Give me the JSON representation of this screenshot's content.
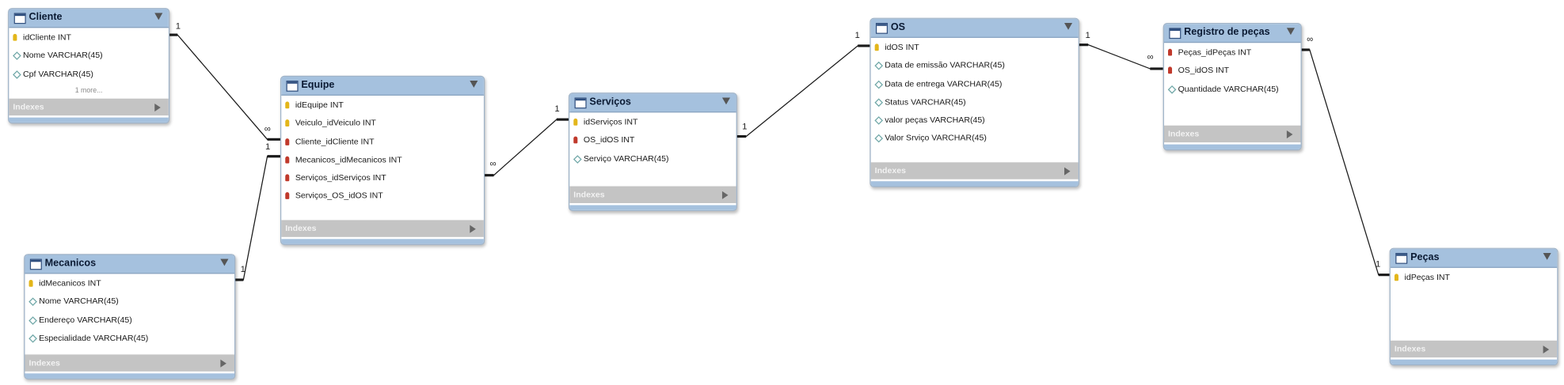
{
  "tables": {
    "cliente": {
      "name": "Cliente",
      "columns": [
        {
          "name": "idCliente INT",
          "type": "pk"
        },
        {
          "name": "Nome VARCHAR(45)",
          "type": "attr"
        },
        {
          "name": "Cpf VARCHAR(45)",
          "type": "attr"
        }
      ],
      "more": "1 more...",
      "indexes": "Indexes"
    },
    "mecanicos": {
      "name": "Mecanicos",
      "columns": [
        {
          "name": "idMecanicos INT",
          "type": "pk"
        },
        {
          "name": "Nome VARCHAR(45)",
          "type": "attr"
        },
        {
          "name": "Endereço VARCHAR(45)",
          "type": "attr"
        },
        {
          "name": "Especialidade VARCHAR(45)",
          "type": "attr"
        }
      ],
      "indexes": "Indexes"
    },
    "equipe": {
      "name": "Equipe",
      "columns": [
        {
          "name": "idEquipe INT",
          "type": "pk"
        },
        {
          "name": "Veiculo_idVeiculo INT",
          "type": "pk"
        },
        {
          "name": "Cliente_idCliente INT",
          "type": "fk"
        },
        {
          "name": "Mecanicos_idMecanicos INT",
          "type": "fk"
        },
        {
          "name": "Serviços_idServiços INT",
          "type": "fk"
        },
        {
          "name": "Serviços_OS_idOS INT",
          "type": "fk"
        }
      ],
      "indexes": "Indexes"
    },
    "servicos": {
      "name": "Serviços",
      "columns": [
        {
          "name": "idServiços INT",
          "type": "pk"
        },
        {
          "name": "OS_idOS INT",
          "type": "fk"
        },
        {
          "name": "Serviço VARCHAR(45)",
          "type": "attr"
        }
      ],
      "indexes": "Indexes"
    },
    "os": {
      "name": "OS",
      "columns": [
        {
          "name": "idOS INT",
          "type": "pk"
        },
        {
          "name": "Data de emissão VARCHAR(45)",
          "type": "attr"
        },
        {
          "name": "Data de entrega VARCHAR(45)",
          "type": "attr"
        },
        {
          "name": "Status VARCHAR(45)",
          "type": "attr"
        },
        {
          "name": "valor peças VARCHAR(45)",
          "type": "attr"
        },
        {
          "name": "Valor Srviço VARCHAR(45)",
          "type": "attr"
        }
      ],
      "indexes": "Indexes"
    },
    "registro": {
      "name": "Registro de peças",
      "columns": [
        {
          "name": "Peças_idPeças INT",
          "type": "fk"
        },
        {
          "name": "OS_idOS INT",
          "type": "fk"
        },
        {
          "name": "Quantidade VARCHAR(45)",
          "type": "attr"
        }
      ],
      "indexes": "Indexes"
    },
    "pecas": {
      "name": "Peças",
      "columns": [
        {
          "name": "idPeças INT",
          "type": "pk"
        }
      ],
      "indexes": "Indexes"
    }
  },
  "relationships": {
    "cliente_equipe": {
      "one": "1",
      "many": "∞"
    },
    "mecanicos_equipe": {
      "one": "1",
      "many": "1"
    },
    "equipe_servicos": {
      "one": "1",
      "many": "∞"
    },
    "servicos_os": {
      "one": "1",
      "many": "1"
    },
    "os_registro": {
      "one": "1",
      "many": "∞"
    },
    "registro_pecas": {
      "one": "1",
      "many": "∞"
    }
  }
}
